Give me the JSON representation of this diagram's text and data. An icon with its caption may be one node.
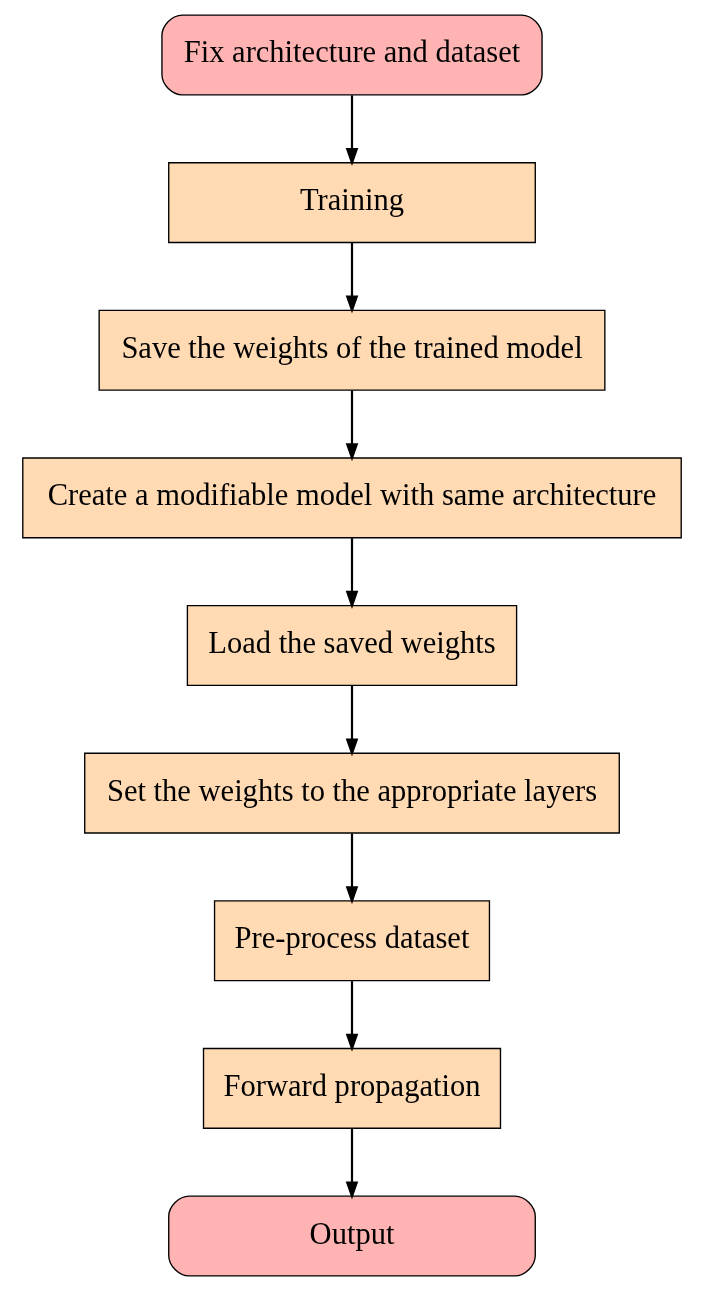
{
  "diagram": {
    "nodes": [
      {
        "text": [
          "Fix architecture and dataset"
        ]
      },
      {
        "text": [
          "Training"
        ]
      },
      {
        "text": [
          "Save the weights of the trained model"
        ]
      },
      {
        "text": [
          "Create a modifiable model with same architecture"
        ]
      },
      {
        "text": [
          "Load the saved weights"
        ]
      },
      {
        "text": [
          "Set the weights to the appropriate layers"
        ]
      },
      {
        "text": [
          "Pre-process dataset"
        ]
      },
      {
        "text": [
          "Forward propagation"
        ]
      },
      {
        "text": [
          "Output"
        ]
      }
    ],
    "edges": [
      {
        "from": 0,
        "to": 1,
        "arrow": "to"
      },
      {
        "from": 1,
        "to": 2,
        "arrow": "to"
      },
      {
        "from": 2,
        "to": 3,
        "arrow": "to"
      },
      {
        "from": 3,
        "to": 4,
        "arrow": "to"
      },
      {
        "from": 4,
        "to": 5,
        "arrow": "to"
      },
      {
        "from": 5,
        "to": 6,
        "arrow": "to"
      },
      {
        "from": 6,
        "to": 7,
        "arrow": "to"
      },
      {
        "from": 7,
        "to": 8,
        "arrow": "to"
      }
    ]
  }
}
